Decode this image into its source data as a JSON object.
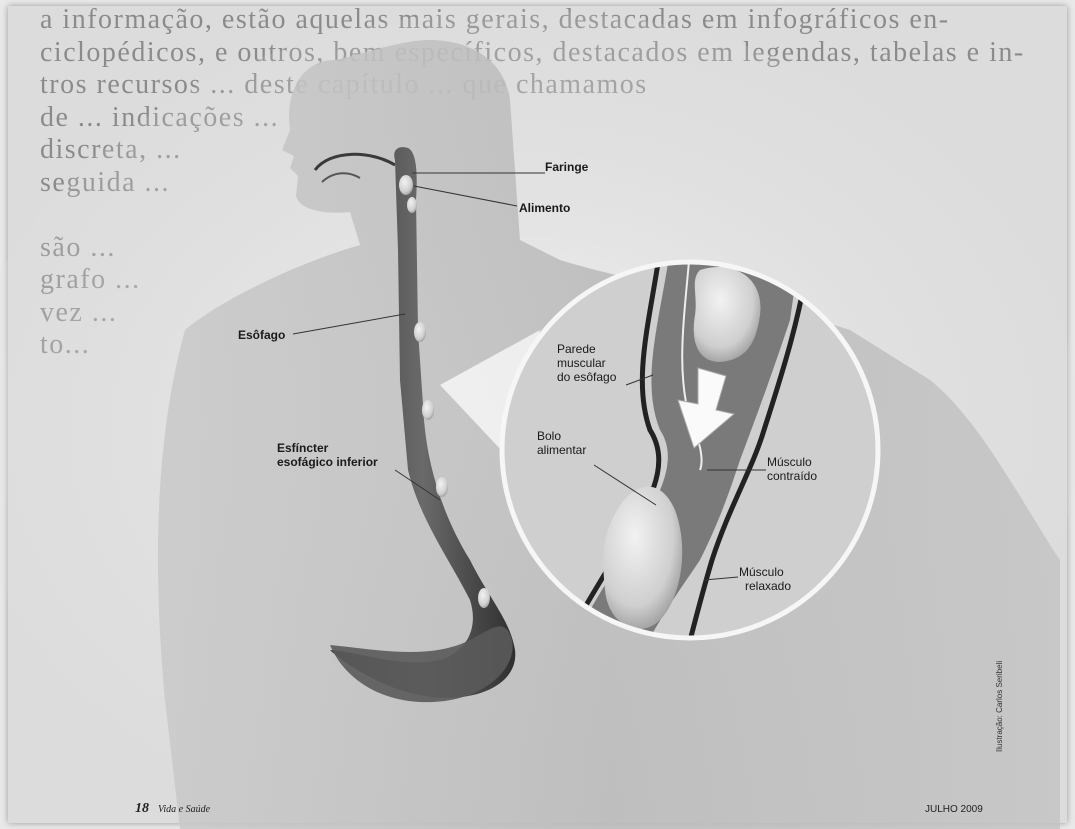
{
  "background_text": [
    "a informação, estão aquelas mais gerais, destacadas em infográficos en-",
    "ciclopédicos, e outros, bem específicos, destacados em legendas, tabelas e in-",
    "tros recursos ... deste capítulo ... que chamamos",
    "de ... indicações ...",
    "discreta, ...",
    "seguida ...",
    "",
    "são ...",
    "grafo ...",
    "vez ...",
    "to...",
    "",
    "",
    "",
    "",
    "",
    "",
    "",
    "",
    "",
    "",
    "",
    "",
    "",
    ""
  ],
  "diagram": {
    "labels": {
      "faringe": "Faringe",
      "alimento": "Alimento",
      "esofago": "Esôfago",
      "esfincter_line1": "Esfíncter",
      "esfincter_line2": "esofágico inferior",
      "parede_line1": "Parede",
      "parede_line2": "muscular",
      "parede_line3": "do esôfago",
      "bolo_line1": "Bolo",
      "bolo_line2": "alimentar",
      "contraido_line1": "Músculo",
      "contraido_line2": "contraído",
      "relaxado_line1": "Músculo",
      "relaxado_line2": "relaxado"
    },
    "credit": "Ilustração: Carlos Seribeli"
  },
  "footer": {
    "page_number": "18",
    "magazine": "Vida e Saúde",
    "issue_date": "JULHO 2009"
  }
}
